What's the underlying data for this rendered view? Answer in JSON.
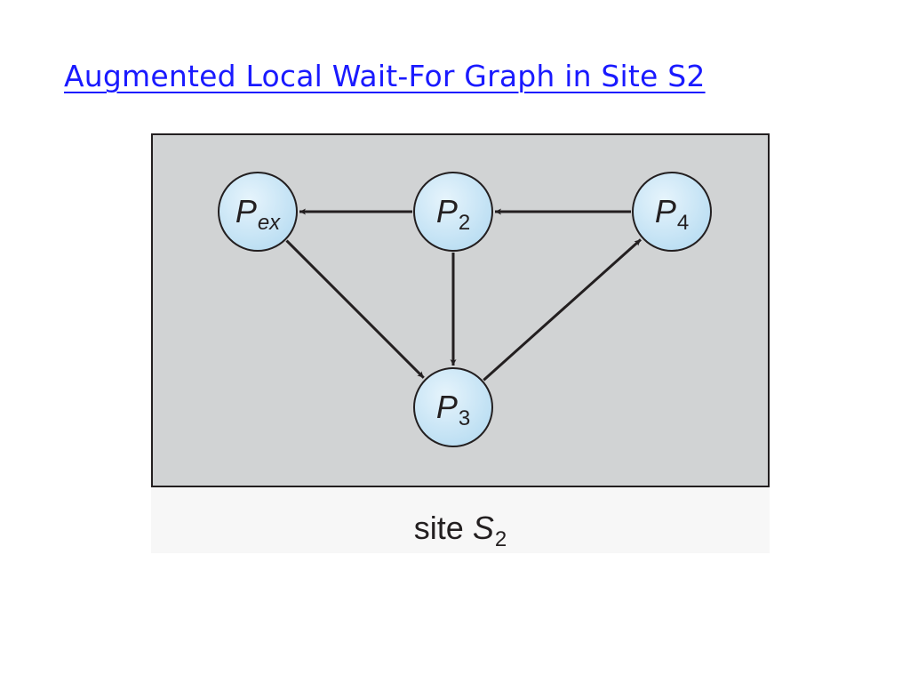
{
  "title": "Augmented Local Wait-For Graph in Site S2",
  "figure": {
    "caption": {
      "prefix": "site",
      "variable": "S",
      "subscript": "2"
    },
    "nodes": [
      {
        "id": "pex",
        "letter": "P",
        "subscript": "ex",
        "subscript_italic": true
      },
      {
        "id": "p2",
        "letter": "P",
        "subscript": "2",
        "subscript_italic": false
      },
      {
        "id": "p4",
        "letter": "P",
        "subscript": "4",
        "subscript_italic": false
      },
      {
        "id": "p3",
        "letter": "P",
        "subscript": "3",
        "subscript_italic": false
      }
    ],
    "edges": [
      {
        "from": "p2",
        "to": "pex"
      },
      {
        "from": "p4",
        "to": "p2"
      },
      {
        "from": "pex",
        "to": "p3"
      },
      {
        "from": "p2",
        "to": "p3"
      },
      {
        "from": "p3",
        "to": "p4"
      }
    ]
  },
  "colors": {
    "title": "#1a1aff",
    "panel_fill": "#d1d3d4",
    "panel_border": "#231f20",
    "node_fill_center": "#e6f4fc",
    "node_fill_edge": "#b9ddf2",
    "node_stroke": "#231f20",
    "edge": "#231f20"
  }
}
